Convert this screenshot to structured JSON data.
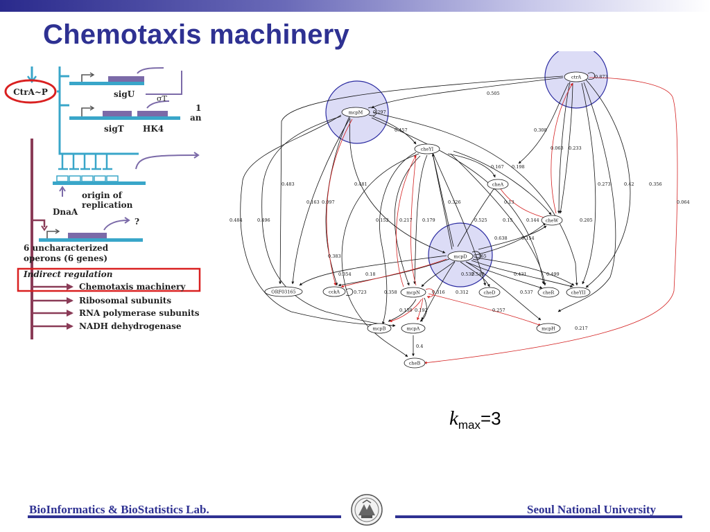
{
  "slide": {
    "title": "Chemotaxis machinery",
    "kmax_symbol": "k",
    "kmax_sub": "max",
    "kmax_value": "=3"
  },
  "left_figure": {
    "ctra_label": "CtrA~P",
    "sigU": "sigU",
    "sigT_label": "σT",
    "sigT": "sigT",
    "HK4": "HK4",
    "partial_number": "1",
    "partial_an": "an",
    "origin_line1": "origin of",
    "origin_line2": "replication",
    "DnaA": "DnaA",
    "question": "?",
    "uncharacterized_line1": "6 uncharacterized",
    "uncharacterized_line2": "operons (6 genes)",
    "indirect_regulation": "Indirect regulation",
    "targets": [
      "Chemotaxis machinery",
      "Ribosomal subunits",
      "RNA polymerase subunits",
      "NADH dehydrogenase"
    ],
    "colors": {
      "teal": "#39a6c9",
      "maroon": "#8a3b57",
      "purple": "#7b6aa8",
      "red": "#d92020"
    }
  },
  "network": {
    "nodes": [
      "ctrA",
      "mcpM",
      "cheYI",
      "cheA",
      "cheW",
      "mcpD",
      "ORF03165",
      "cckA",
      "mcpN",
      "cheD",
      "cheR",
      "cheYII",
      "mcpB",
      "mcpA",
      "mcpH",
      "cheB"
    ],
    "edge_labels": [
      "0.873",
      "0.505",
      "0.297",
      "0.457",
      "0.308",
      "0.063",
      "0.233",
      "0.167",
      "0.198",
      "0.483",
      "0.481",
      "0.163",
      "0.097",
      "0.326",
      "0.13",
      "0.273",
      "0.42",
      "0.356",
      "0.064",
      "0.484",
      "0.496",
      "0.152",
      "0.217",
      "0.179",
      "0.525",
      "0.15",
      "0.144",
      "0.205",
      "0.638",
      "0.154",
      "0.383",
      "0.365",
      "0.354",
      "0.18",
      "0.532",
      "0.548",
      "0.431",
      "0.499",
      "0.723",
      "0.358",
      "0.316",
      "0.312",
      "0.537",
      "0.159",
      "0.192",
      "0.257",
      "0.217",
      "0.4"
    ],
    "hub_fill": "#dcdcf6",
    "hub_stroke": "#2a2aa0",
    "red_edge": "#d42020"
  },
  "footer": {
    "left": "BioInformatics & BioStatistics Lab.",
    "right": "Seoul National University"
  }
}
